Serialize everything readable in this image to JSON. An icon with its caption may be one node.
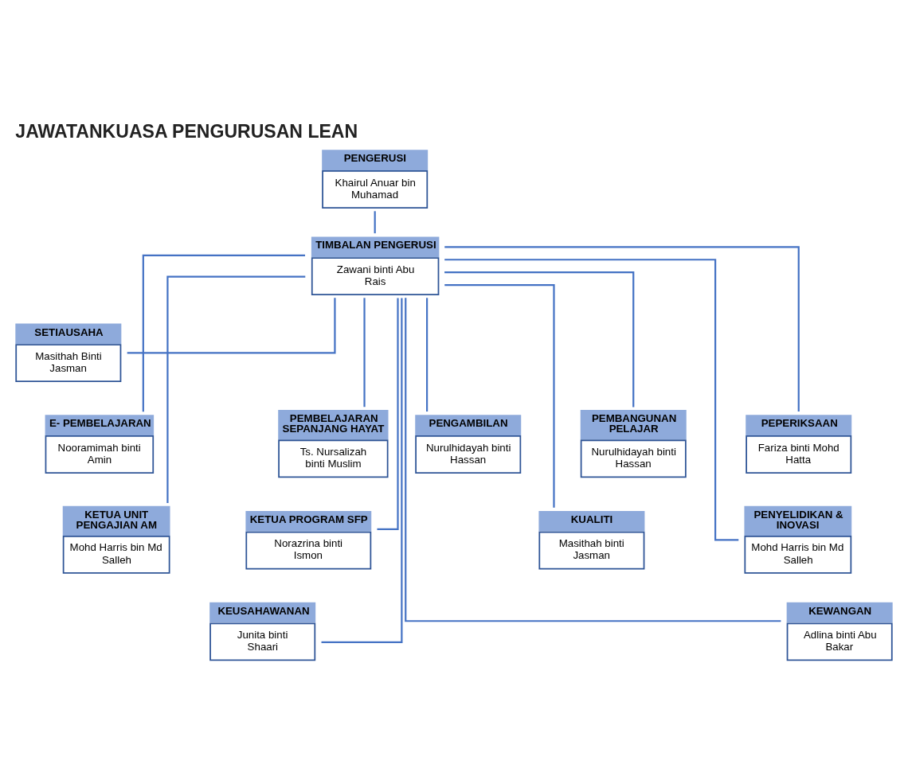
{
  "diagram": {
    "title": "JAWATANKUASA PENGURUSAN LEAN",
    "nodes": [
      {
        "text": [
          "PENGERUSI",
          "Khairul Anuar bin Muhamad"
        ]
      },
      {
        "text": [
          "TIMBALAN PENGERUSI",
          "Zawani binti Abu Rais"
        ]
      },
      {
        "text": [
          "SETIAUSAHA",
          "Masithah Binti Jasman"
        ]
      },
      {
        "text": [
          "E- PEMBELAJARAN",
          "Nooramimah binti Amin"
        ]
      },
      {
        "text": [
          "PENGAMBILAN",
          "Nurulhidayah binti Hassan"
        ]
      },
      {
        "text": [
          "PEPERIKSAAN",
          "Fariza binti Mohd Hatta"
        ]
      },
      {
        "text": [
          "PEMBANGUNAN PELAJAR",
          "Nurulhidayah binti Hassan"
        ]
      },
      {
        "text": [
          "PEMBELAJARAN SEPANJANG HAYAT",
          "Ts. Nursalizah binti Muslim"
        ]
      },
      {
        "text": [
          "KETUA UNIT PENGAJIAN AM",
          "Mohd Harris bin Md Salleh"
        ]
      },
      {
        "text": [
          "KETUA PROGRAM SFP",
          "Norazrina binti Ismon"
        ]
      },
      {
        "text": [
          "PENYELIDIKAN & INOVASI",
          "Mohd Harris bin Md Salleh"
        ]
      },
      {
        "text": [
          "KUALITI",
          "Masithah binti Jasman"
        ]
      },
      {
        "text": [
          "KEUSAHAWANAN",
          "Junita binti Shaari"
        ]
      },
      {
        "text": [
          "KEWANGAN",
          "Adlina binti Abu Bakar"
        ]
      }
    ],
    "edges": [
      {
        "from": 0,
        "to": 1,
        "arrow": "none"
      },
      {
        "from": 1,
        "to": 2,
        "arrow": "none"
      },
      {
        "from": 1,
        "to": 3,
        "arrow": "none"
      },
      {
        "from": 1,
        "to": 4,
        "arrow": "none"
      },
      {
        "from": 1,
        "to": 5,
        "arrow": "none"
      },
      {
        "from": 1,
        "to": 6,
        "arrow": "none"
      },
      {
        "from": 1,
        "to": 7,
        "arrow": "none"
      },
      {
        "from": 1,
        "to": 8,
        "arrow": "none"
      },
      {
        "from": 1,
        "to": 9,
        "arrow": "none"
      },
      {
        "from": 1,
        "to": 10,
        "arrow": "none"
      },
      {
        "from": 1,
        "to": 11,
        "arrow": "none"
      },
      {
        "from": 1,
        "to": 12,
        "arrow": "none"
      },
      {
        "from": 1,
        "to": 13,
        "arrow": "none"
      }
    ]
  }
}
